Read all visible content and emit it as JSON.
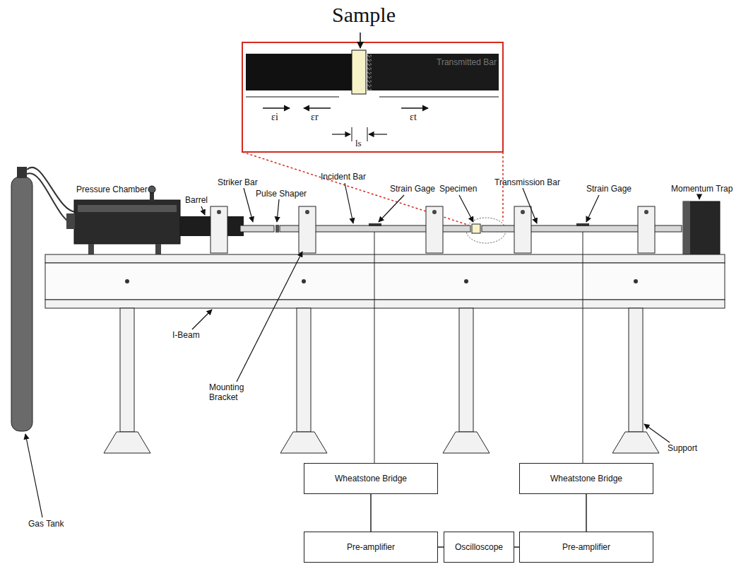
{
  "diagram": {
    "nodes": [
      {
        "text": [
          "Wheatstone Bridge"
        ]
      },
      {
        "text": [
          "Wheatstone Bridge"
        ]
      },
      {
        "text": [
          "Pre-amplifier"
        ]
      },
      {
        "text": [
          "Oscilloscope"
        ]
      },
      {
        "text": [
          "Pre-amplifier"
        ]
      }
    ],
    "edges": [
      {
        "from": 0,
        "to": 2,
        "arrow": "none"
      },
      {
        "from": 1,
        "to": 4,
        "arrow": "none"
      },
      {
        "from": 2,
        "to": 3,
        "arrow": "none"
      },
      {
        "from": 3,
        "to": 4,
        "arrow": "none"
      }
    ],
    "labels": [
      "Sample",
      "Transmitted Bar",
      "εi",
      "εr",
      "εt",
      "ls",
      "Pressure Chamber",
      "Barrel",
      "Striker Bar",
      "Pulse Shaper",
      "Incident Bar",
      "Strain Gage",
      "Specimen",
      "Transmission Bar",
      "Strain Gage",
      "Momentum Trap",
      "I-Beam",
      "Mounting Bracket",
      "Support",
      "Gas Tank"
    ]
  }
}
